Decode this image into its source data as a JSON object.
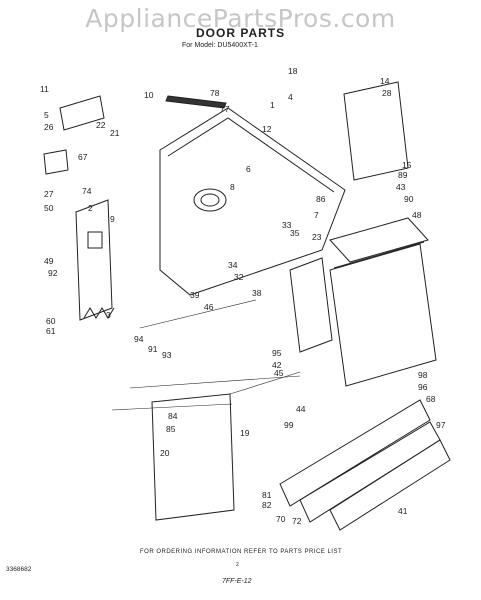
{
  "watermark": "AppliancePartsPros.com",
  "title": "DOOR PARTS",
  "subtitle": "For Model: DU5400XT-1",
  "footer_note": "FOR ORDERING INFORMATION REFER TO PARTS PRICE LIST",
  "doc_code": "3368682",
  "page_mark": "2",
  "signature": "7FF-E-12",
  "callouts": [
    "11",
    "5",
    "26",
    "22",
    "21",
    "67",
    "27",
    "74",
    "50",
    "2",
    "9",
    "49",
    "92",
    "60",
    "61",
    "3",
    "10",
    "78",
    "77",
    "18",
    "4",
    "1",
    "12",
    "14",
    "28",
    "15",
    "89",
    "43",
    "90",
    "48",
    "6",
    "8",
    "86",
    "7",
    "33",
    "35",
    "23",
    "34",
    "32",
    "38",
    "39",
    "46",
    "94",
    "91",
    "93",
    "95",
    "42",
    "45",
    "44",
    "98",
    "96",
    "68",
    "97",
    "99",
    "84",
    "85",
    "19",
    "20",
    "81",
    "82",
    "70",
    "72",
    "41"
  ]
}
